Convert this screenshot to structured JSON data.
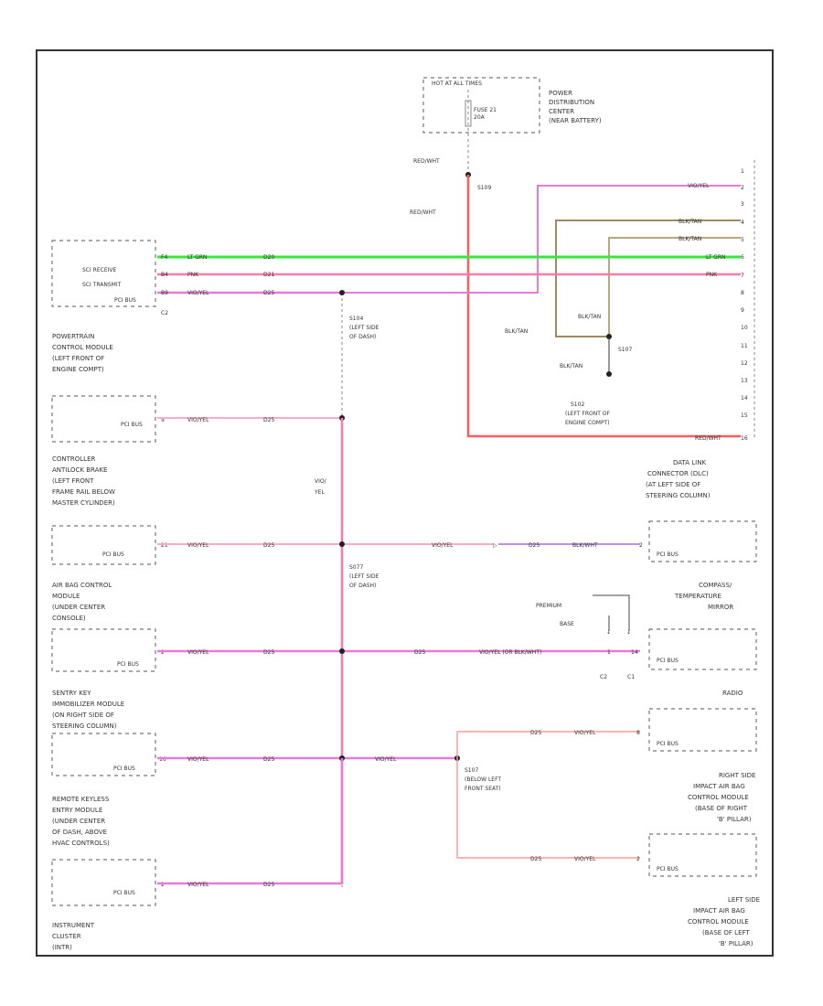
{
  "fuse_box": {
    "hot_label": "HOT AT ALL TIMES",
    "fuse_label": "FUSE 21",
    "fuse_amp": "20A",
    "location": [
      "POWER",
      "DISTRIBUTION",
      "CENTER",
      "(NEAR BATTERY)"
    ]
  },
  "splices": {
    "s109": "S109",
    "s104": [
      "S104",
      "(LEFT SIDE",
      "OF DASH)"
    ],
    "s107": "S107",
    "s102": [
      "S102",
      "(LEFT FRONT OF",
      "ENGINE COMPT)"
    ],
    "s077": [
      "S077",
      "(LEFT SIDE",
      "OF DASH)"
    ],
    "s107b": [
      "S107",
      "(BELOW LEFT",
      "FRONT SEAT)"
    ]
  },
  "wires": {
    "red_wht": "RED/WHT",
    "lt_grn": "LT GRN",
    "pnk": "PNK",
    "vio_yel": "VIO/YEL",
    "blk_tan": "BLK/TAN",
    "blk_tan_b": "BLK/\nTAN",
    "d25": "D25",
    "d21": "D21",
    "d20": "D20",
    "vio_or_blk_wht": "VIO/YEL (OR BLK/WHT)",
    "blk_wht": "BLK/WHT",
    "vio_yel_short": "VIO\nYEL"
  },
  "pcm": {
    "lines": [
      "SCI RECEIVE",
      "SCI TRANSMIT",
      "PCI BUS"
    ],
    "pins": [
      "F4",
      "B4",
      "B9"
    ],
    "connector": "C2",
    "location": [
      "POWERTRAIN",
      "CONTROL MODULE",
      "(LEFT FRONT OF",
      "ENGINE COMPT)"
    ]
  },
  "abs": {
    "bus": "PCI BUS",
    "pin": "9",
    "location": [
      "CONTROLLER",
      "ANTILOCK BRAKE",
      "(LEFT FRONT",
      "FRAME RAIL BELOW",
      "MASTER CYLINDER)"
    ]
  },
  "airbag": {
    "bus": "PCI BUS",
    "pin": "21",
    "location": [
      "AIR BAG CONTROL",
      "MODULE",
      "(UNDER CENTER",
      "CONSOLE)"
    ]
  },
  "skim": {
    "bus": "PCI BUS",
    "pin": "2",
    "location": [
      "SENTRY KEY",
      "IMMOBILIZER MODULE",
      "(ON RIGHT SIDE OF",
      "STEERING COLUMN)"
    ]
  },
  "rke": {
    "bus": "PCI BUS",
    "pin": "16",
    "location": [
      "REMOTE KEYLESS",
      "ENTRY MODULE",
      "(UNDER CENTER",
      "OF DASH, ABOVE",
      "HVAC CONTROLS)"
    ]
  },
  "cluster": {
    "bus": "PCI BUS",
    "pin": "2",
    "location": [
      "INSTRUMENT",
      "CLUSTER",
      "(INTR)"
    ]
  },
  "dlc": {
    "pins": [
      "1",
      "2",
      "3",
      "4",
      "5",
      "6",
      "7",
      "8",
      "9",
      "10",
      "11",
      "12",
      "13",
      "14",
      "15",
      "16"
    ],
    "bus": "PCI BUS",
    "pin": "2",
    "location": [
      "DATA LINK",
      "CONNECTOR (DLC)",
      "(AT LEFT SIDE OF",
      "STEERING COLUMN)"
    ]
  },
  "compass": {
    "bus": "PCI BUS",
    "pin_base": "1",
    "pin_premium": "14",
    "premium": "PREMIUM",
    "base": "BASE",
    "c1": "C1",
    "c2": "C2",
    "location": [
      "COMPASS/",
      "TEMPERATURE",
      "MIRROR"
    ]
  },
  "radio": {
    "bus": "PCI BUS",
    "pin": "8",
    "location": [
      "RADIO"
    ]
  },
  "rside_airbag": {
    "bus": "PCI BUS",
    "pin": "2",
    "location": [
      "RIGHT SIDE",
      "IMPACT AIR BAG",
      "CONTROL MODULE",
      "(BASE OF RIGHT",
      "'B' PILLAR)"
    ]
  },
  "lside_airbag": {
    "bus": "PCI BUS",
    "pin": "2",
    "location": [
      "LEFT SIDE",
      "IMPACT AIR BAG",
      "CONTROL MODULE",
      "(BASE OF LEFT",
      "'B' PILLAR)"
    ]
  },
  "colors": {
    "green": "#39e639",
    "pink": "#ff7aa8",
    "violet": "#e87ad8",
    "red": "#ff5c5c",
    "brown": "#a08a60",
    "olive": "#b8a878"
  }
}
